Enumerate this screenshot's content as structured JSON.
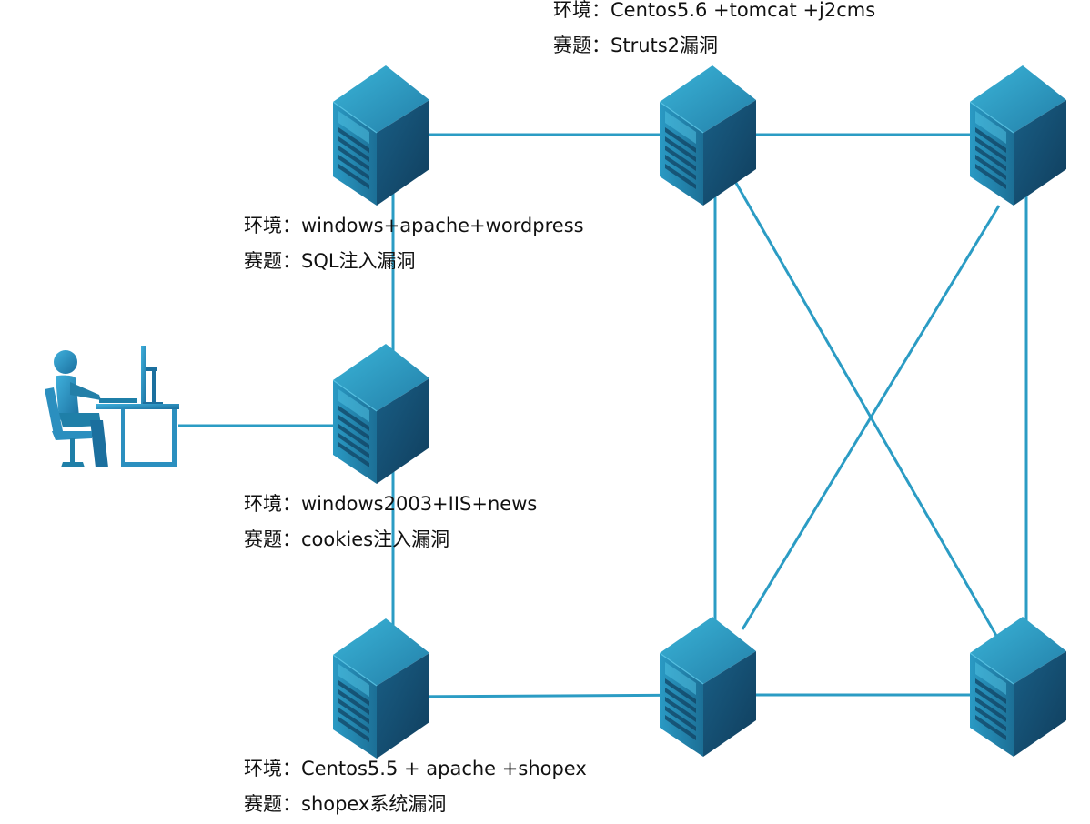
{
  "colors": {
    "link": "#2b9cc4",
    "server_front": "#1f7fa8",
    "server_side": "#134a6b",
    "server_top": "#2fa6cc",
    "person": "#2b8fbf"
  },
  "nodes": {
    "attacker": {
      "icon": "person-at-workstation-icon"
    },
    "server_top_left": {
      "env": "环境：windows+apache+wordpress",
      "task": "赛题：SQL注入漏洞"
    },
    "server_mid_left": {
      "env": "环境：windows2003+IIS+news",
      "task": "赛题：cookies注入漏洞"
    },
    "server_bottom_left": {
      "env": "环境：Centos5.5 + apache +shopex",
      "task": "赛题：shopex系统漏洞"
    },
    "server_top_mid": {
      "env": "环境：Centos5.6 +tomcat +j2cms",
      "task": "赛题：Struts2漏洞"
    },
    "server_top_right": {},
    "server_bottom_mid": {},
    "server_bottom_right": {}
  },
  "links": [
    [
      "attacker",
      "server_mid_left"
    ],
    [
      "server_top_left",
      "server_mid_left"
    ],
    [
      "server_mid_left",
      "server_bottom_left"
    ],
    [
      "server_top_left",
      "server_top_mid"
    ],
    [
      "server_top_mid",
      "server_top_right"
    ],
    [
      "server_bottom_left",
      "server_bottom_mid"
    ],
    [
      "server_bottom_mid",
      "server_bottom_right"
    ],
    [
      "server_top_mid",
      "server_bottom_mid"
    ],
    [
      "server_top_right",
      "server_bottom_right"
    ],
    [
      "server_top_mid",
      "server_bottom_right"
    ],
    [
      "server_top_right",
      "server_bottom_mid"
    ]
  ]
}
